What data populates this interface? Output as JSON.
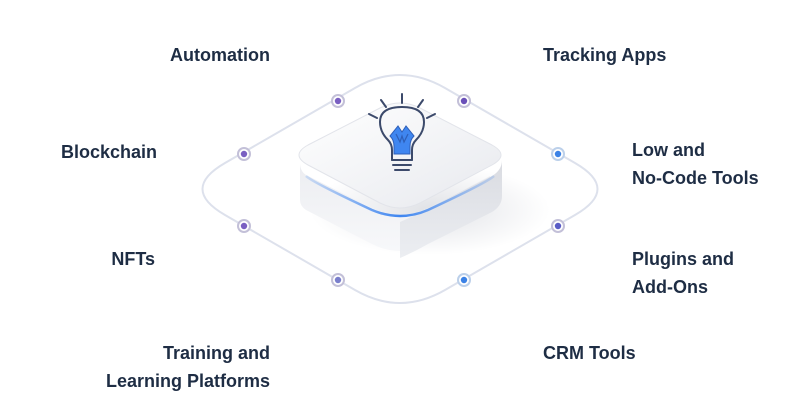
{
  "labels": {
    "automation": "Automation",
    "blockchain": "Blockchain",
    "nfts": "NFTs",
    "training": "Training and\nLearning Platforms",
    "tracking_apps": "Tracking Apps",
    "low_code": "Low and\nNo-Code Tools",
    "plugins": "Plugins and\nAdd-Ons",
    "crm_tools": "CRM Tools"
  },
  "icons": {
    "center": "lightbulb-icon",
    "nodes": "circle-node-icon"
  },
  "colors": {
    "text": "#1e2d44",
    "ring": "#dde1ec",
    "box_top": "#eeeff2",
    "box_side": "#e2e4e9",
    "accent_blue": "#3f86f0",
    "bulb_stroke": "#3c4a6b",
    "node_purple": "#7a5fc2",
    "node_blue": "#3b82e6",
    "node_violet": "#6653bf"
  }
}
